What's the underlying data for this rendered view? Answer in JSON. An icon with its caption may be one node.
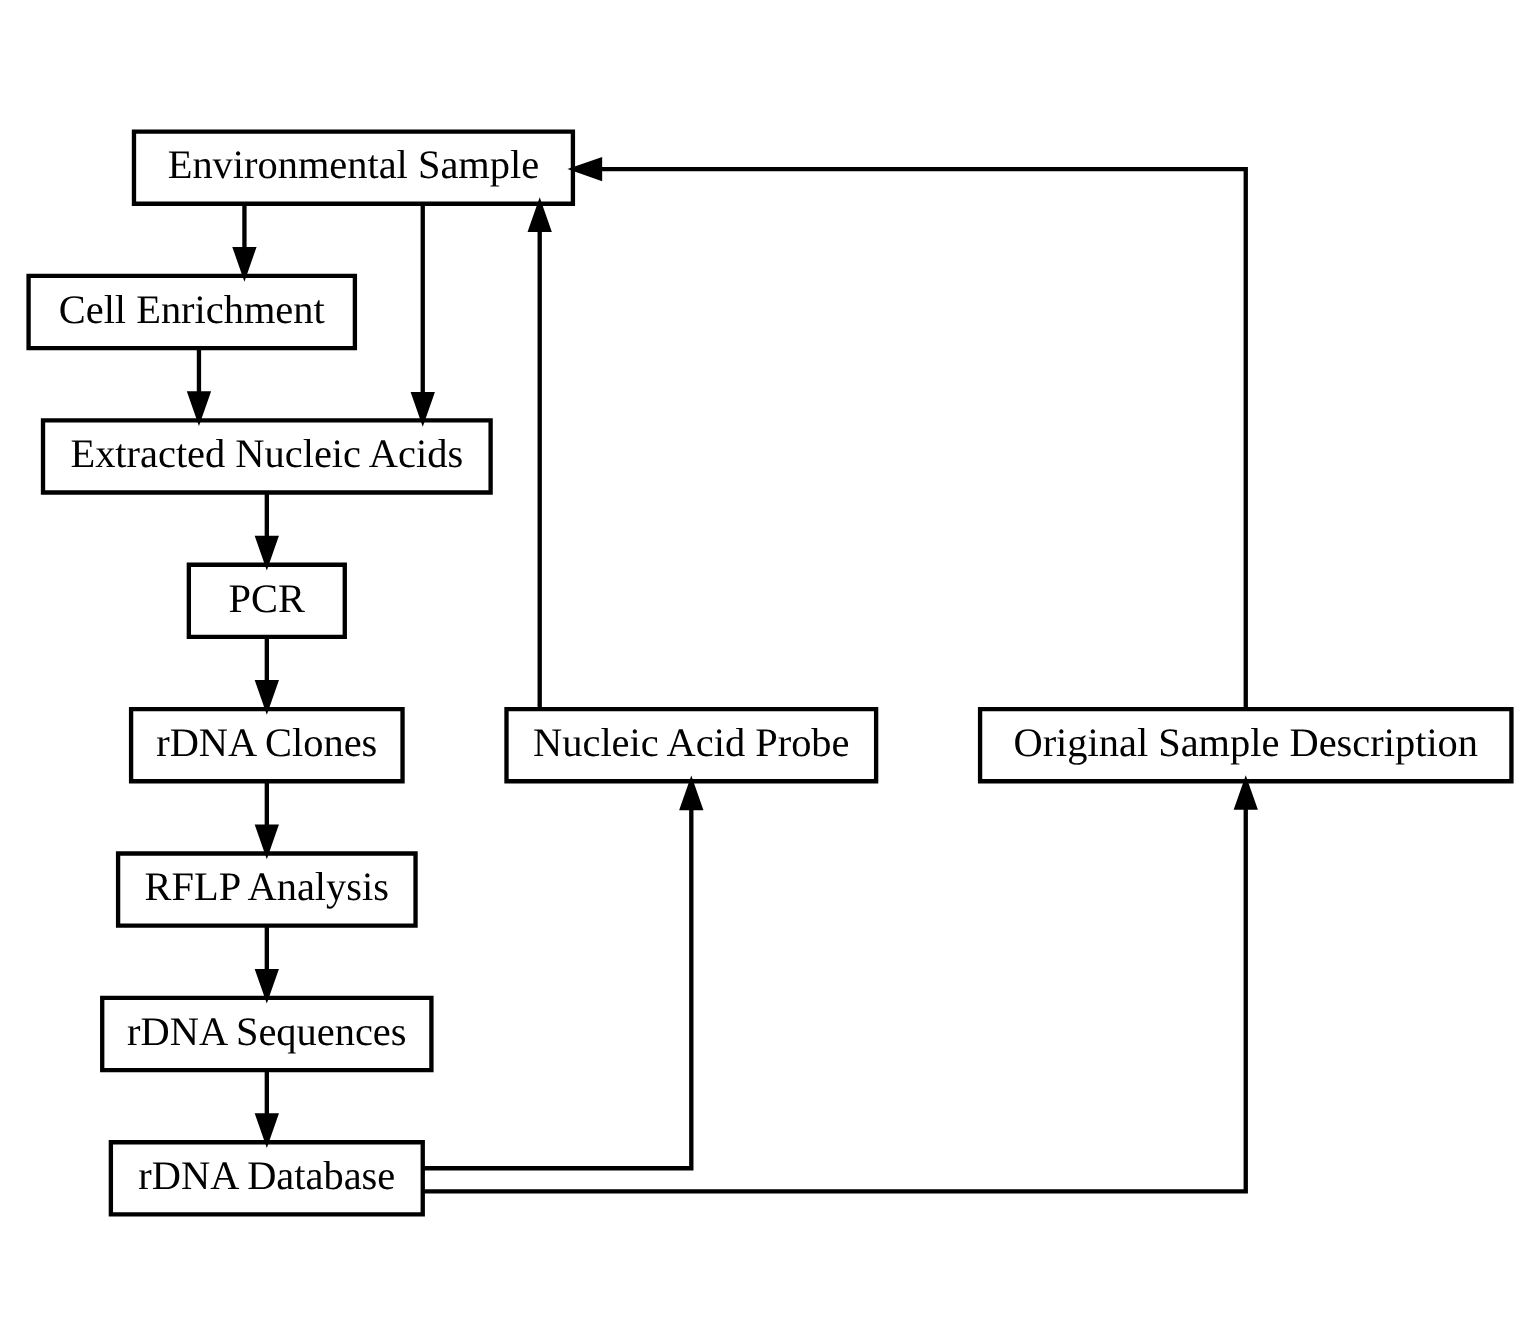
{
  "diagram": {
    "nodes": [
      {
        "text": [
          "Environmental Sample"
        ]
      },
      {
        "text": [
          "Cell Enrichment"
        ]
      },
      {
        "text": [
          "Extracted Nucleic Acids"
        ]
      },
      {
        "text": [
          "PCR"
        ]
      },
      {
        "text": [
          "rDNA Clones"
        ]
      },
      {
        "text": [
          "RFLP Analysis"
        ]
      },
      {
        "text": [
          "rDNA Sequences"
        ]
      },
      {
        "text": [
          "rDNA Database"
        ]
      },
      {
        "text": [
          "Nucleic Acid Probe"
        ]
      },
      {
        "text": [
          "Original Sample Description"
        ]
      }
    ],
    "edges": [
      {
        "from": 0,
        "to": 1,
        "arrow": "to"
      },
      {
        "from": 0,
        "to": 2,
        "arrow": "to"
      },
      {
        "from": 1,
        "to": 2,
        "arrow": "to"
      },
      {
        "from": 2,
        "to": 3,
        "arrow": "to"
      },
      {
        "from": 3,
        "to": 4,
        "arrow": "to"
      },
      {
        "from": 4,
        "to": 5,
        "arrow": "to"
      },
      {
        "from": 5,
        "to": 6,
        "arrow": "to"
      },
      {
        "from": 6,
        "to": 7,
        "arrow": "to"
      },
      {
        "from": 7,
        "to": 8,
        "arrow": "to"
      },
      {
        "from": 7,
        "to": 9,
        "arrow": "to"
      },
      {
        "from": 8,
        "to": 0,
        "arrow": "to"
      },
      {
        "from": 9,
        "to": 0,
        "arrow": "to"
      }
    ]
  }
}
